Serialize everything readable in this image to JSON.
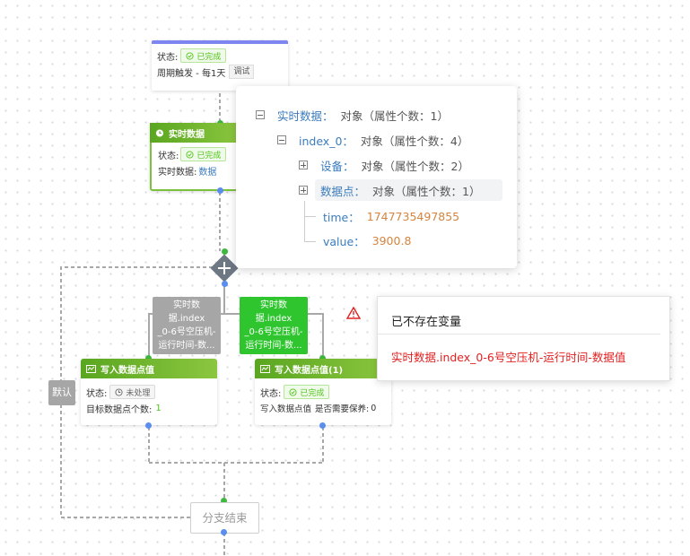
{
  "trigger_node": {
    "status_label": "状态:",
    "status_badge": "已完成",
    "desc": "周期触发 - 每1天",
    "debug_label": "调试"
  },
  "realtime_node": {
    "title": "实时数据",
    "status_label": "状态:",
    "status_badge": "已完成",
    "data_label": "实时数据:",
    "data_link": "数据"
  },
  "json_popup": {
    "rows": [
      {
        "key": "实时数据：",
        "value": "对象（属性个数：1）"
      },
      {
        "key": "index_0：",
        "value": "对象（属性个数：4）"
      },
      {
        "key": "设备：",
        "value": "对象（属性个数：2）"
      },
      {
        "key": "数据点：",
        "value": "对象（属性个数：1）"
      },
      {
        "key": "time：",
        "value": "1747735497855"
      },
      {
        "key": "value：",
        "value": "3900.8"
      }
    ]
  },
  "branch_labels": {
    "left": [
      "实时数据.index",
      "_0-6号空压机-",
      "运行时间-数..."
    ],
    "right": [
      "实时数据.index",
      "_0-6号空压机-",
      "运行时间-数..."
    ]
  },
  "write_node_1": {
    "title": "写入数据点值",
    "status_label": "状态:",
    "status_badge": "未处理",
    "target_label": "目标数据点个数:",
    "target_value": "1"
  },
  "write_node_2": {
    "title": "写入数据点值(1)",
    "status_label": "状态:",
    "status_badge": "已完成",
    "write_label": "写入数据点值",
    "save_label": "是否需要保养:",
    "save_value": "0"
  },
  "default_label": "默认",
  "branch_end_label": "分支结束",
  "warning_popup": {
    "title": "已不存在变量",
    "message": "实时数据.index_0-6号空压机-运行时间-数据值"
  },
  "colors": {
    "accent_green": "#6fb52c",
    "gray_label": "#a6a6a6",
    "bright_green_label": "#2ec52e",
    "link_blue": "#3b7cbd",
    "error_red": "#e32020",
    "number_orange": "#d4843f"
  }
}
